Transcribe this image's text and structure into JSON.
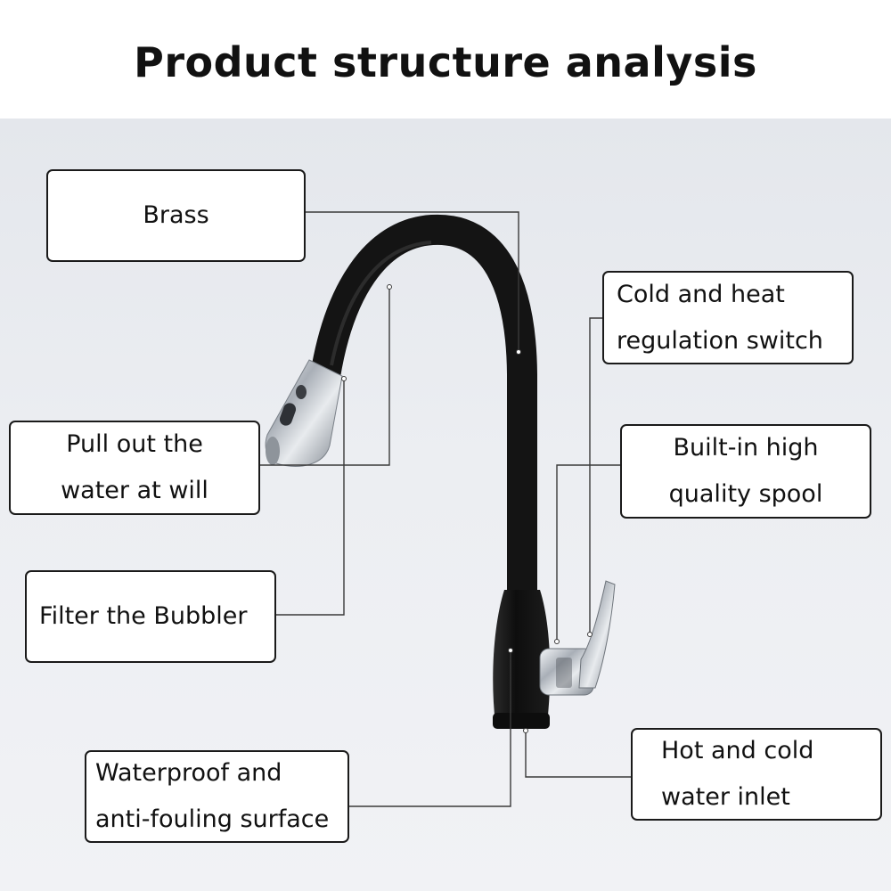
{
  "title": "Product structure analysis",
  "labels": {
    "brass": "Brass",
    "cold_heat_switch": [
      "Cold and heat",
      "regulation switch"
    ],
    "pull_out": [
      "Pull out the",
      "water at will"
    ],
    "builtin_spool": [
      "Built-in high",
      "quality spool"
    ],
    "filter_bubbler": "Filter the Bubbler",
    "waterproof": [
      "Waterproof and",
      "anti-fouling surface"
    ],
    "hot_cold_inlet": [
      "Hot and cold",
      "water inlet"
    ]
  },
  "colors": {
    "faucet_body": "#141414",
    "chrome": "#c9cdd3",
    "leader_line": "#3a3a3a",
    "background": "#e9ebef"
  },
  "icons": [
    "faucet-illustration"
  ]
}
